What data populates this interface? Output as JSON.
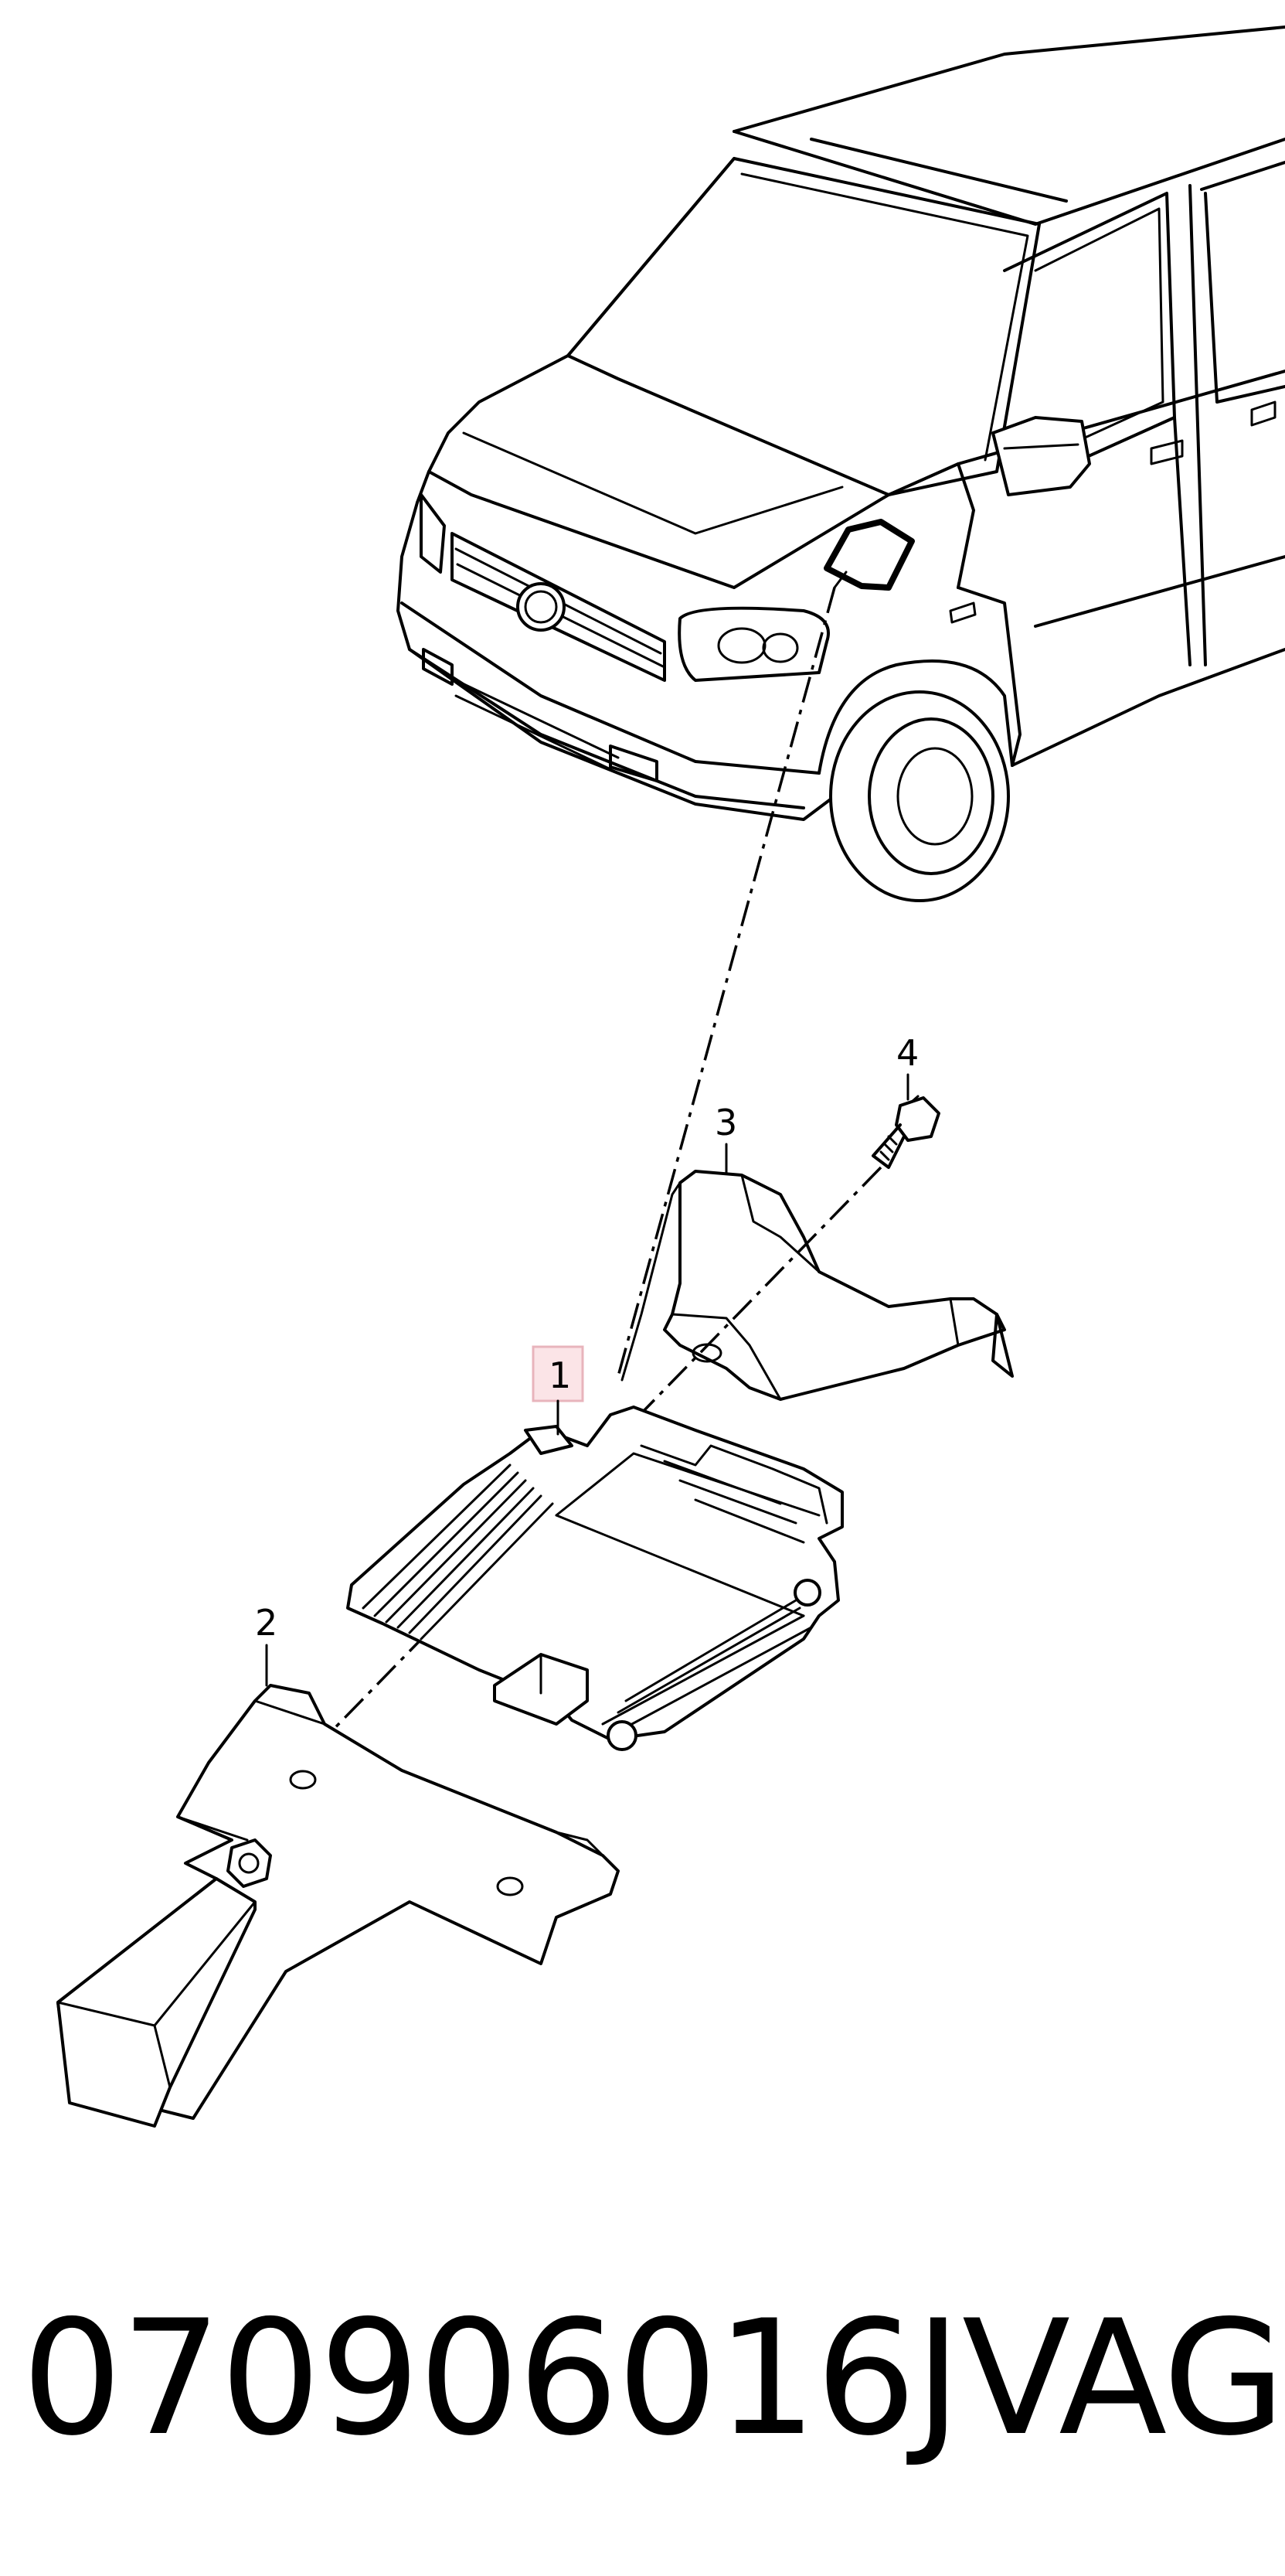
{
  "callouts": {
    "item_1": "1",
    "item_2": "2",
    "item_3": "3",
    "item_4": "4"
  },
  "highlight_color": "#e8b4bc",
  "footer": {
    "part_number": "070906016J",
    "brand": "VAG"
  }
}
